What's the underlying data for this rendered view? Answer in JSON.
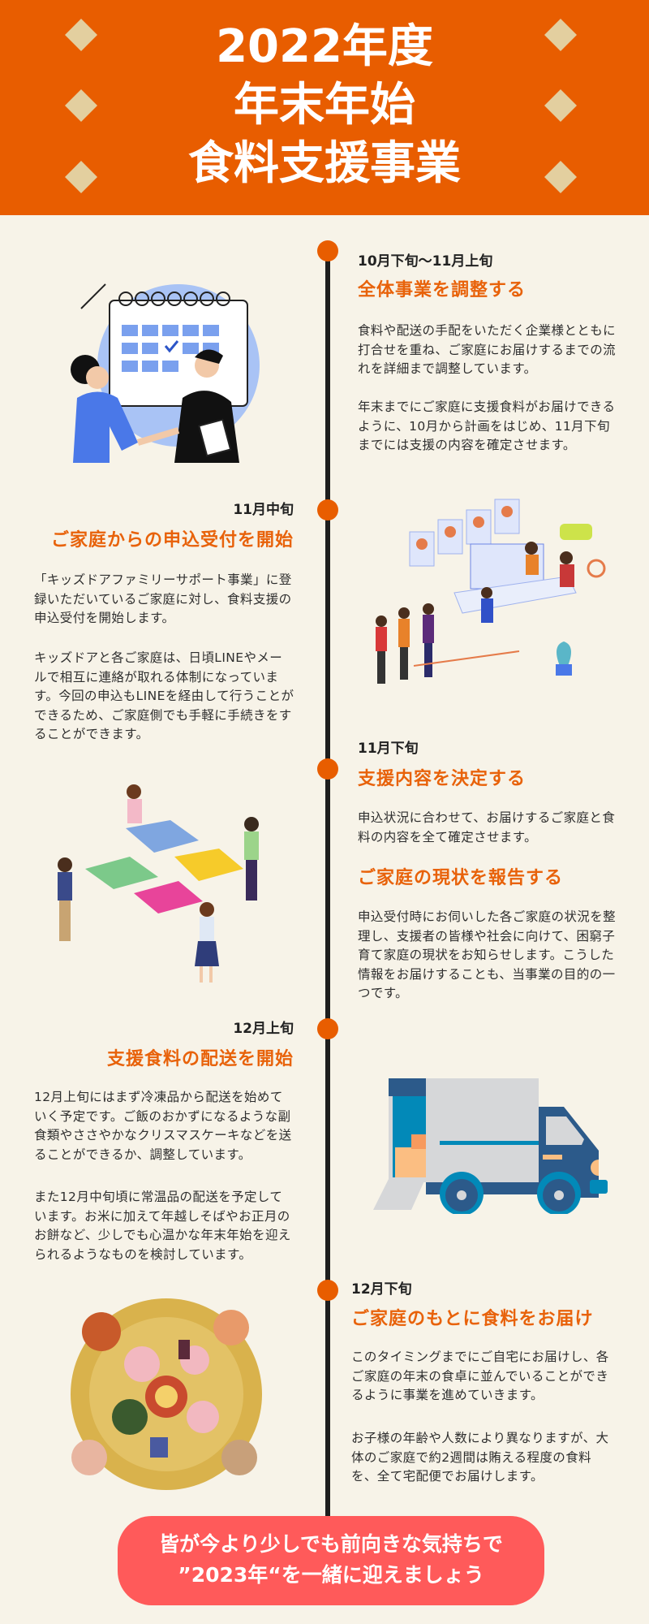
{
  "header": {
    "title_lines": [
      "2022年度",
      "年末年始",
      "食料支援事業"
    ]
  },
  "colors": {
    "brand_orange": "#e85d00",
    "diamond": "#e3cf9f",
    "background": "#f7f3e8",
    "banner": "#ff5a5a"
  },
  "timeline": [
    {
      "date": "10月下旬〜11月上旬",
      "heading": "全体事業を調整する",
      "paragraphs": [
        "食料や配送の手配をいただく企業様とともに打合せを重ね、ご家庭にお届けするまでの流れを詳細まで調整しています。",
        "年末までにご家庭に支援食料がお届けできるように、10月から計画をはじめ、11月下旬までには支援の内容を確定させます。"
      ],
      "illustration": "calendar-meeting-illustration"
    },
    {
      "date": "11月中旬",
      "heading": "ご家庭からの申込受付を開始",
      "paragraphs": [
        "「キッズドアファミリーサポート事業」に登録いただいているご家庭に対し、食料支援の申込受付を開始します。",
        "キッズドアと各ご家庭は、日頃LINEやメールで相互に連絡が取れる体制になっています。今回の申込もLINEを経由して行うことができるため、ご家庭側でも手軽に手続きをすることができます。"
      ],
      "illustration": "online-application-illustration"
    },
    {
      "date": "11月下旬",
      "heading": "支援内容を決定する",
      "paragraphs": [
        "申込状況に合わせて、お届けするご家庭と食料の内容を全て確定させます。"
      ],
      "heading2": "ご家庭の現状を報告する",
      "paragraphs2": [
        "申込受付時にお伺いした各ご家庭の状況を整理し、支援者の皆様や社会に向けて、困窮子育て家庭の現状をお知らせします。こうした情報をお届けすることも、当事業の目的の一つです。"
      ],
      "illustration": "puzzle-team-illustration"
    },
    {
      "date": "12月上旬",
      "heading": "支援食料の配送を開始",
      "paragraphs": [
        "12月上旬にはまず冷凍品から配送を始めていく予定です。ご飯のおかずになるような副食類やささやかなクリスマスケーキなどを送ることができるか、調整しています。",
        "また12月中旬頃に常温品の配送を予定しています。お米に加えて年越しそばやお正月のお餅など、少しでも心温かな年末年始を迎えられるようなものを検討しています。"
      ],
      "illustration": "delivery-truck-illustration"
    },
    {
      "date": "12月下旬",
      "heading": "ご家庭のもとに食料をお届け",
      "paragraphs": [
        "このタイミングまでにご自宅にお届けし、各ご家庭の年末の食卓に並んでいることができるように事業を進めていきます。",
        "お子様の年齢や人数により異なりますが、大体のご家庭で約2週間は賄える程度の食料を、全て宅配便でお届けします。"
      ],
      "illustration": "family-dinner-table-illustration"
    }
  ],
  "banner": {
    "lines": [
      "皆が今より少しでも前向きな気持ちで",
      "”2023年“を一緒に迎えましょう"
    ]
  }
}
